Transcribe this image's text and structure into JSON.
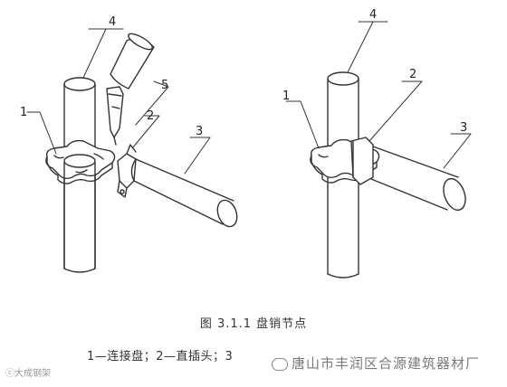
{
  "figure": {
    "callouts_left": [
      "1",
      "2",
      "3",
      "4",
      "5"
    ],
    "callouts_right": [
      "1",
      "2",
      "3",
      "4"
    ],
    "title": "图 3.1.1  盘销节点",
    "legend_visible": "1—连接盘；2—直插头；3",
    "watermark_left": "ⓒ大成钢架",
    "watermark_right": "唐山市丰润区合源建筑器材厂"
  },
  "colors": {
    "stroke": "#333333",
    "text": "#333333",
    "watermark": "#7b7b7b"
  }
}
